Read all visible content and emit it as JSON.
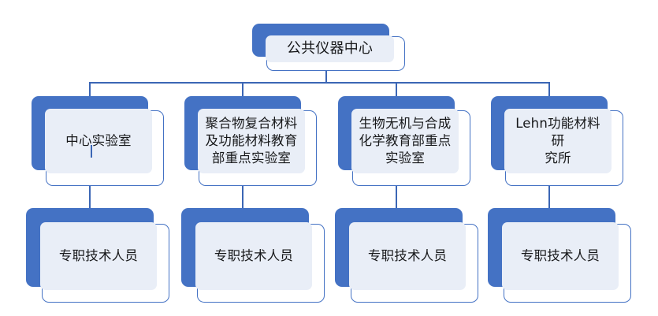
{
  "diagram": {
    "type": "organization-chart",
    "title_text": "公共仪器中心",
    "colors": {
      "accent_blue": "#4472C4",
      "connector_blue": "#3B66B5",
      "face_fill": "#E9EEF7",
      "text": "#17181A",
      "background": "#FFFFFF"
    },
    "levels": 3
  },
  "root": {
    "label": "公共仪器中心"
  },
  "units": [
    {
      "label": "中心实验室"
    },
    {
      "label": "聚合物复合材料\n及功能材料教育\n部重点实验室"
    },
    {
      "label": "生物无机与合成\n化学教育部重点\n实验室"
    },
    {
      "label": "Lehn功能材料研\n究所"
    }
  ],
  "staff": [
    {
      "label": "专职技术人员"
    },
    {
      "label": "专职技术人员"
    },
    {
      "label": "专职技术人员"
    },
    {
      "label": "专职技术人员"
    }
  ]
}
